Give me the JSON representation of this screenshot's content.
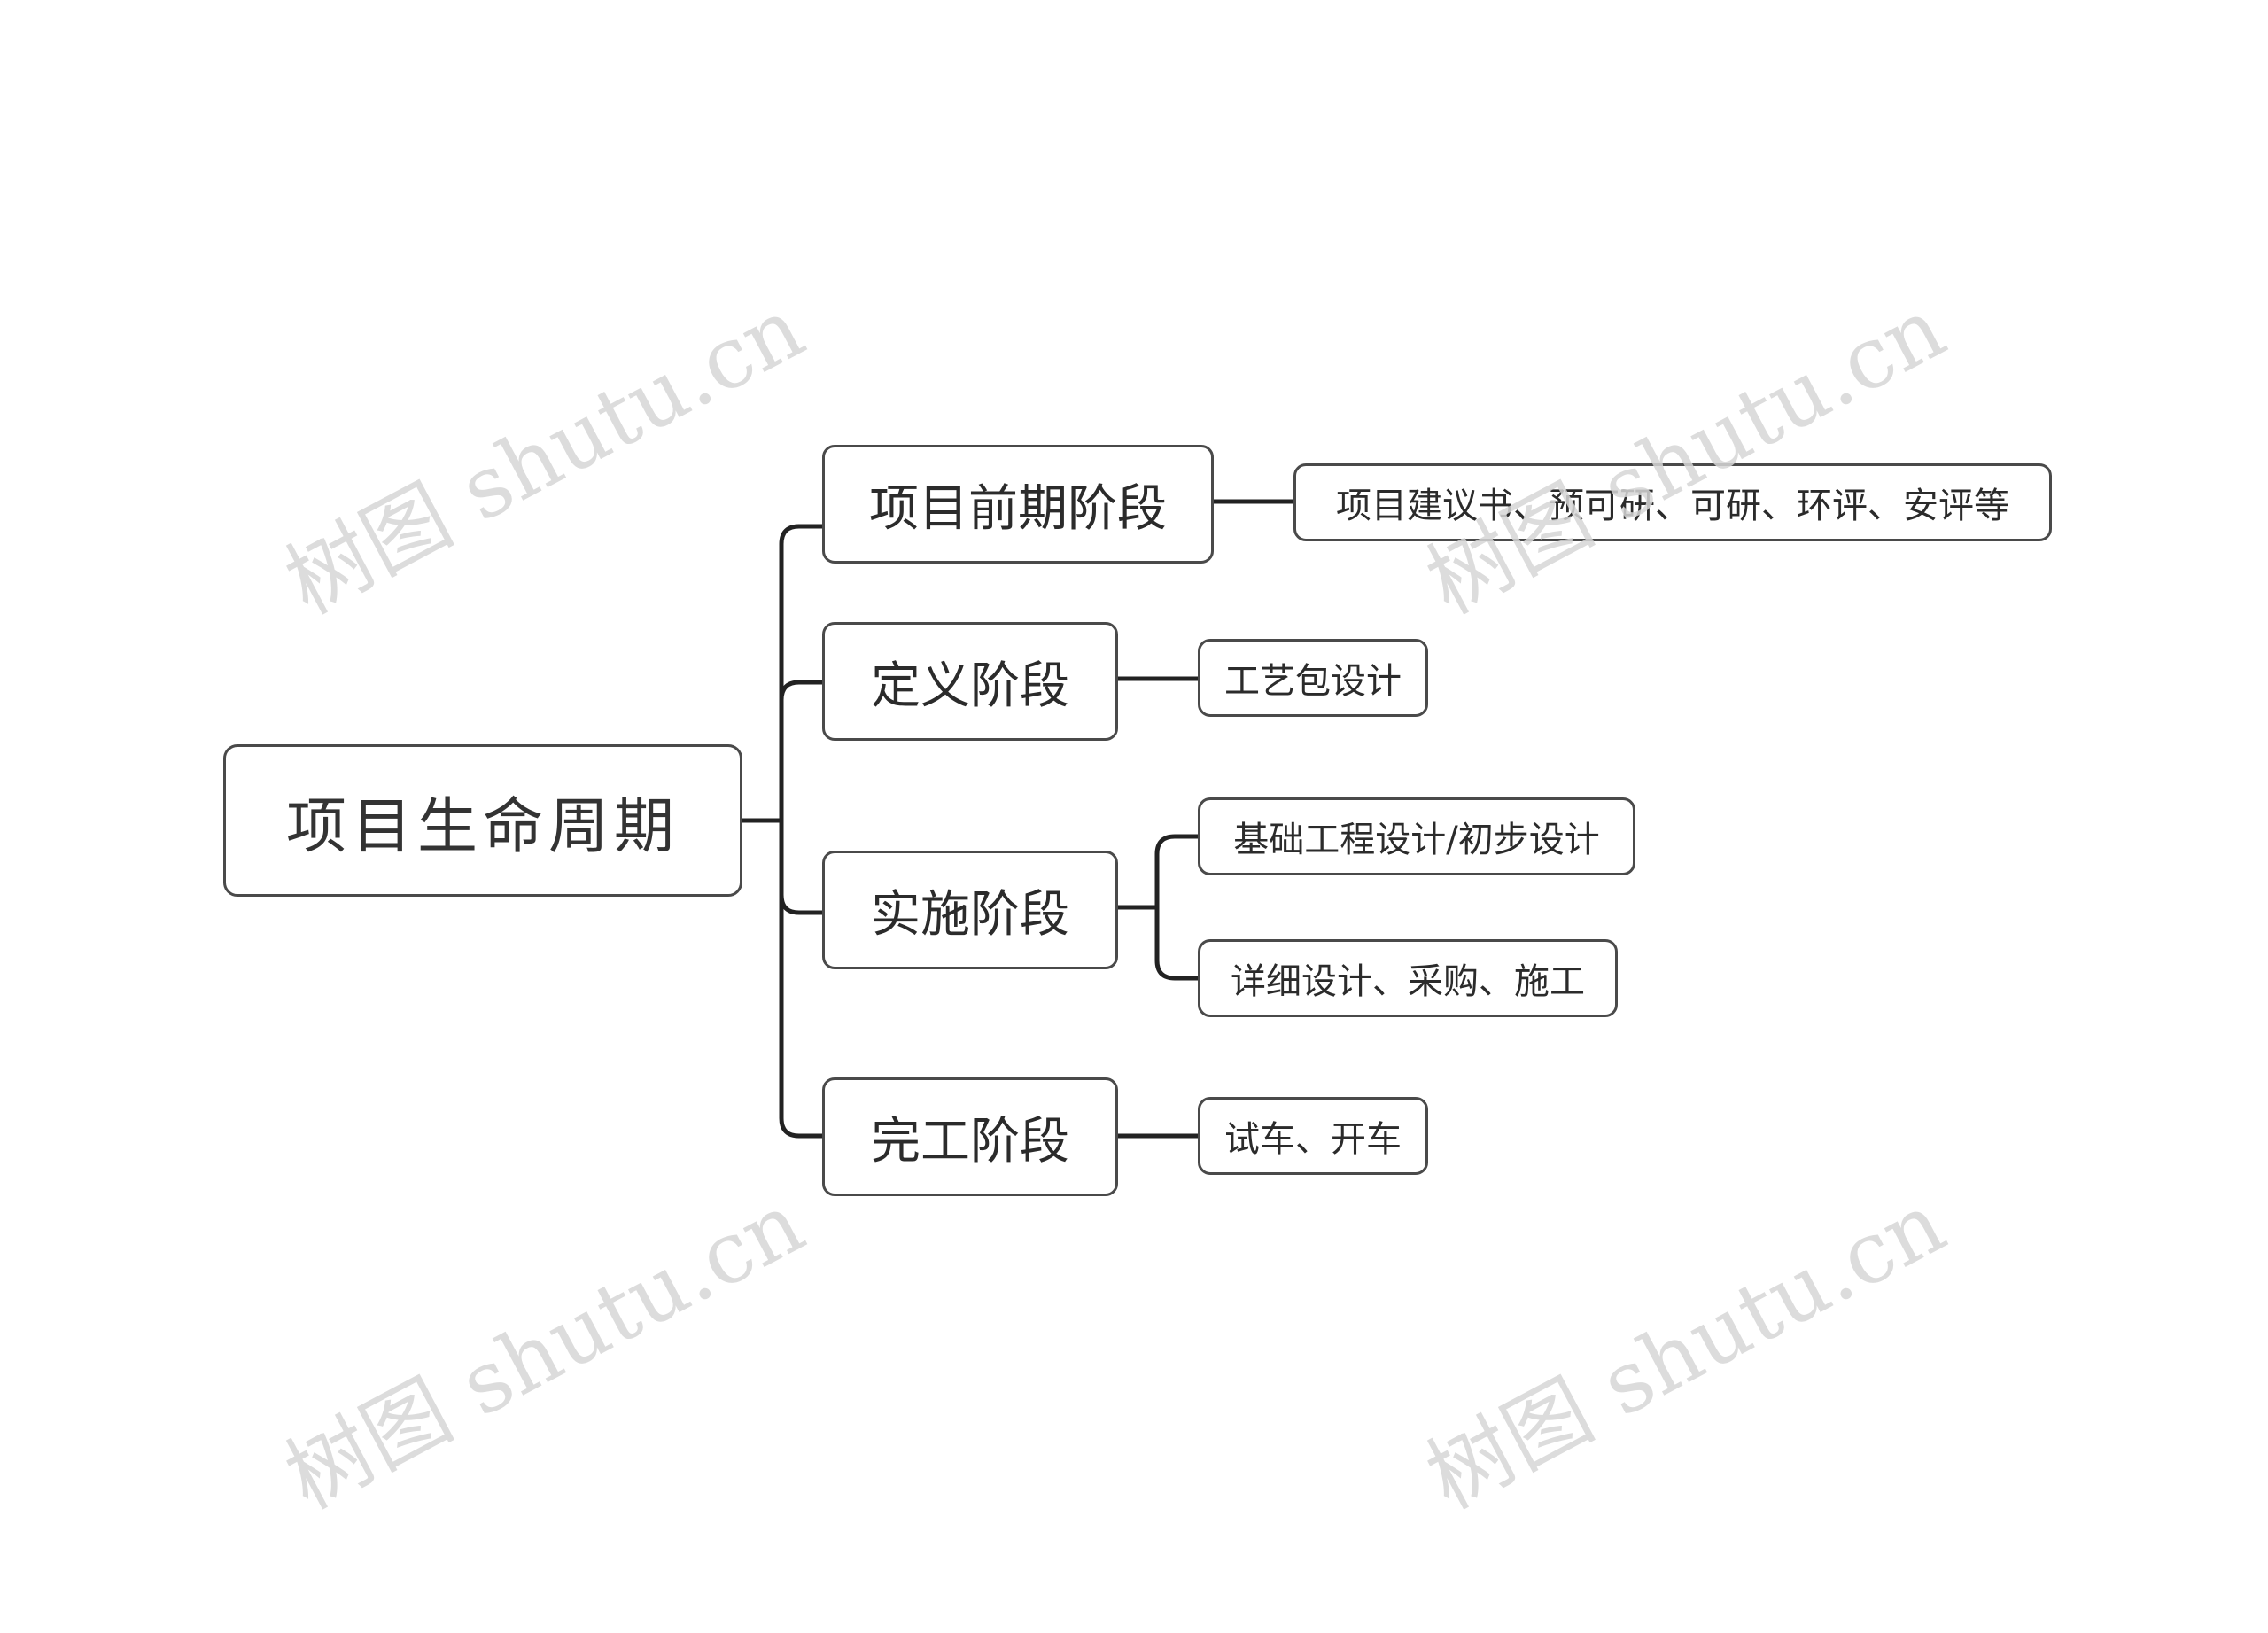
{
  "root": {
    "label": "项目生命周期"
  },
  "stages": [
    {
      "label": "项目前期阶段",
      "children": [
        "项目建议书、预可研、可研、环评、安评等"
      ]
    },
    {
      "label": "定义阶段",
      "children": [
        "工艺包设计"
      ]
    },
    {
      "label": "实施阶段",
      "children": [
        "基础工程设计/初步设计",
        "详细设计、采购、施工"
      ]
    },
    {
      "label": "完工阶段",
      "children": [
        "试车、开车"
      ]
    }
  ],
  "watermark": {
    "text": "树图 shutu.cn"
  },
  "colors": {
    "line": "#222222",
    "border": "#4a4a4a",
    "watermark": "#d6d6d6"
  }
}
